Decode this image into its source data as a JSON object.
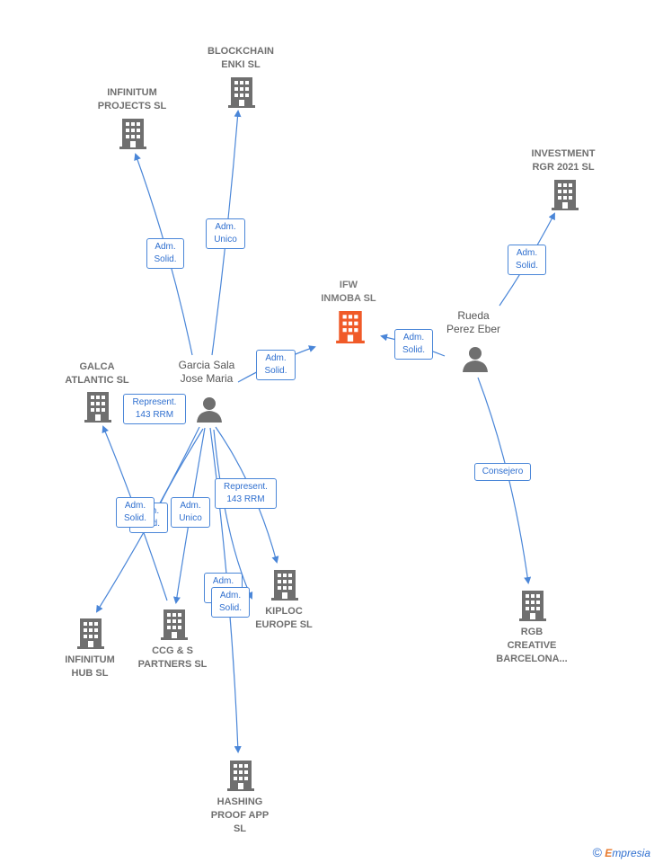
{
  "colors": {
    "edge": "#4a86d8",
    "company": "#6f6f6f",
    "focus_company": "#f05a28",
    "person": "#6f6f6f"
  },
  "companies": [
    {
      "id": "blockchain",
      "label": "BLOCKCHAIN\nENKI  SL",
      "focus": false
    },
    {
      "id": "infinitum_projects",
      "label": "INFINITUM\nPROJECTS SL",
      "focus": false
    },
    {
      "id": "investment_rgr",
      "label": "INVESTMENT\nRGR 2021  SL",
      "focus": false
    },
    {
      "id": "ifw",
      "label": "IFW\nINMOBA  SL",
      "focus": true
    },
    {
      "id": "galca",
      "label": "GALCA\nATLANTIC  SL",
      "focus": false
    },
    {
      "id": "kiploc",
      "label": "KIPLOC\nEUROPE  SL",
      "focus": false
    },
    {
      "id": "rgb",
      "label": "RGB\nCREATIVE\nBARCELONA...",
      "focus": false
    },
    {
      "id": "infinitum_hub",
      "label": "INFINITUM\nHUB  SL",
      "focus": false
    },
    {
      "id": "ccg",
      "label": "CCG & S\nPARTNERS SL",
      "focus": false
    },
    {
      "id": "hashing",
      "label": "HASHING\nPROOF APP\nSL",
      "focus": false
    }
  ],
  "persons": [
    {
      "id": "garcia",
      "label": "Garcia Sala\nJose Maria"
    },
    {
      "id": "rueda",
      "label": "Rueda\nPerez Eber"
    }
  ],
  "relations": [
    {
      "id": "r1",
      "label": "Adm.\nSolid."
    },
    {
      "id": "r2",
      "label": "Adm.\nUnico"
    },
    {
      "id": "r3",
      "label": "Adm.\nSolid."
    },
    {
      "id": "r4",
      "label": "Adm.\nSolid."
    },
    {
      "id": "r5",
      "label": "Adm.\nSolid."
    },
    {
      "id": "r6",
      "label": "Represent.\n143 RRM"
    },
    {
      "id": "r7",
      "label": "Consejero"
    },
    {
      "id": "r8",
      "label": "Adm.\nSolid."
    },
    {
      "id": "r9",
      "label": "Adm.\nSolid."
    },
    {
      "id": "r10",
      "label": "Adm.\nUnico"
    },
    {
      "id": "r11",
      "label": "Represent.\n143 RRM"
    },
    {
      "id": "r12",
      "label": "Adm.\nSolid."
    },
    {
      "id": "r13",
      "label": "Adm.\nSolid."
    }
  ],
  "footer": {
    "copyright": "©",
    "brand_initial": "E",
    "brand_rest": "mpresia"
  }
}
